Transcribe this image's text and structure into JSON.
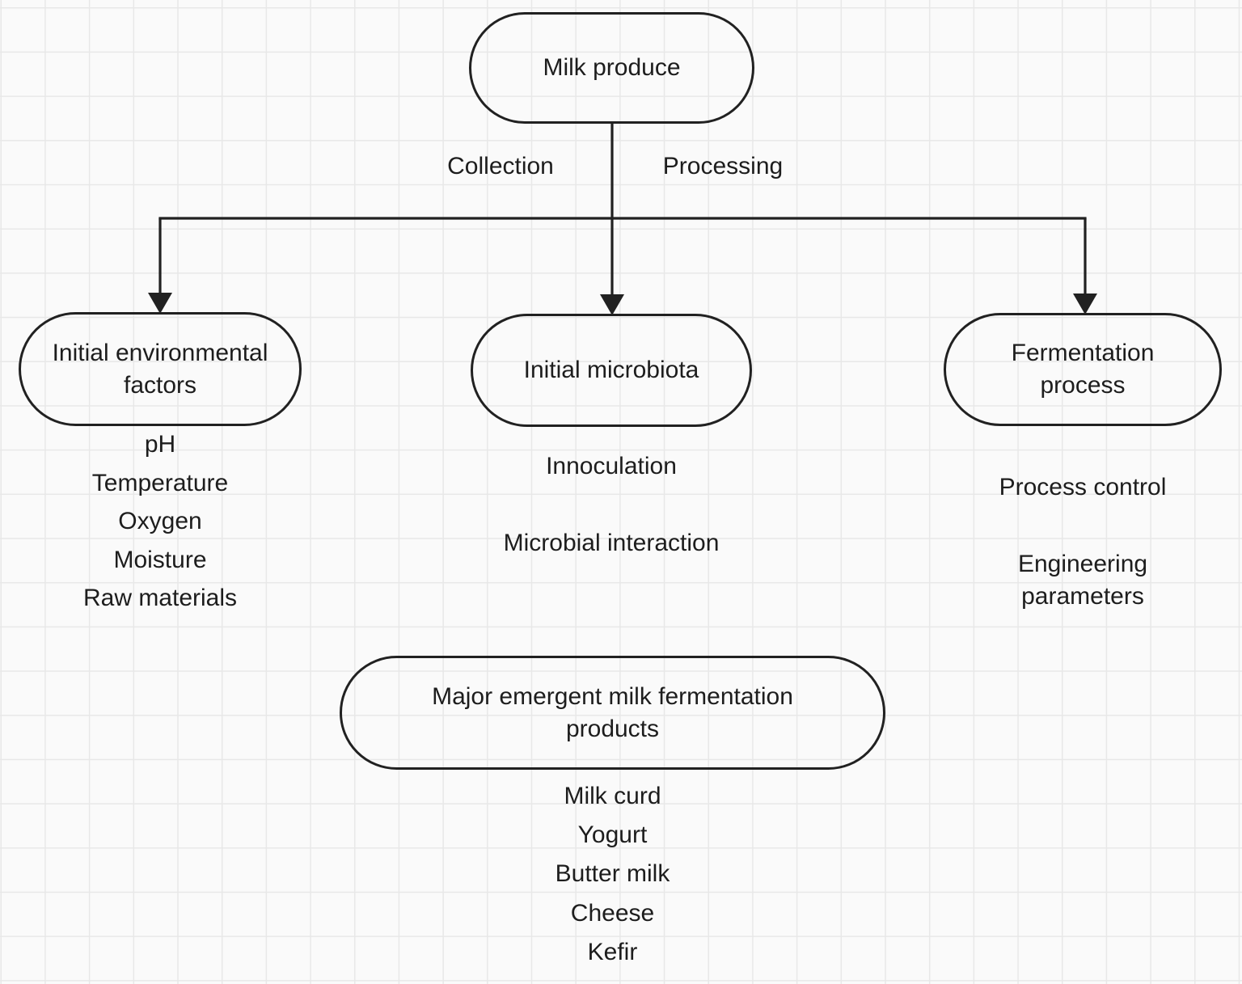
{
  "canvas": {
    "background_color": "#fafafa",
    "grid_line_color": "#e8e8e8",
    "stroke_color": "#212121",
    "text_color": "#1d1d1d"
  },
  "flowchart": {
    "root_node": {
      "label": "Milk produce"
    },
    "edge_labels": {
      "left": "Collection",
      "right": "Processing"
    },
    "branch_nodes": [
      {
        "label_lines": [
          "Initial environmental",
          "factors"
        ],
        "items": [
          "pH",
          "Temperature",
          "Oxygen",
          "Moisture",
          "Raw materials"
        ]
      },
      {
        "label_lines": [
          "Initial microbiota"
        ],
        "items": [
          "Innoculation",
          "Microbial interaction"
        ]
      },
      {
        "label_lines": [
          "Fermentation",
          "process"
        ],
        "items": [
          "Process control",
          "Engineering parameters"
        ]
      }
    ],
    "product_node": {
      "label_lines": [
        "Major emergent milk fermentation",
        "products"
      ],
      "items": [
        "Milk curd",
        "Yogurt",
        "Butter milk",
        "Cheese",
        "Kefir"
      ]
    }
  }
}
